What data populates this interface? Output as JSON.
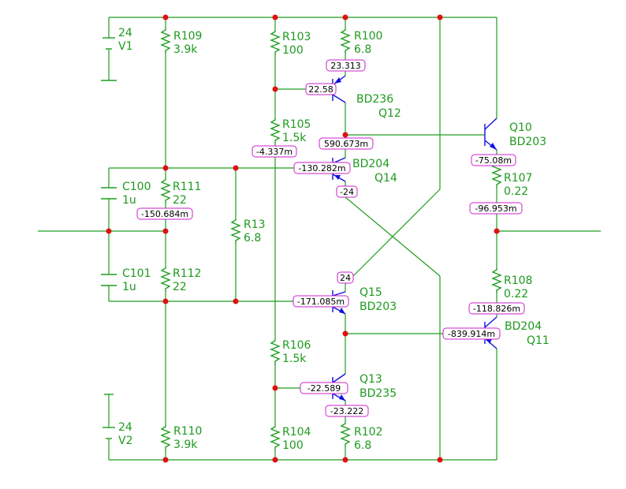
{
  "sources": [
    {
      "ref": "V1",
      "value": "24"
    },
    {
      "ref": "V2",
      "value": "24"
    }
  ],
  "resistors": [
    {
      "ref": "R109",
      "value": "3.9k"
    },
    {
      "ref": "R103",
      "value": "100"
    },
    {
      "ref": "R100",
      "value": "6.8"
    },
    {
      "ref": "R105",
      "value": "1.5k"
    },
    {
      "ref": "R111",
      "value": "22"
    },
    {
      "ref": "R13",
      "value": "6.8"
    },
    {
      "ref": "R107",
      "value": "0.22"
    },
    {
      "ref": "R112",
      "value": "22"
    },
    {
      "ref": "R108",
      "value": "0.22"
    },
    {
      "ref": "R106",
      "value": "1.5k"
    },
    {
      "ref": "R110",
      "value": "3.9k"
    },
    {
      "ref": "R104",
      "value": "100"
    },
    {
      "ref": "R102",
      "value": "6.8"
    }
  ],
  "capacitors": [
    {
      "ref": "C100",
      "value": "1u"
    },
    {
      "ref": "C101",
      "value": "1u"
    }
  ],
  "transistors": [
    {
      "ref": "Q12",
      "model": "BD236"
    },
    {
      "ref": "Q10",
      "model": "BD203"
    },
    {
      "ref": "Q14",
      "model": "BD204"
    },
    {
      "ref": "Q15",
      "model": "BD203"
    },
    {
      "ref": "Q11",
      "model": "BD204"
    },
    {
      "ref": "Q13",
      "model": "BD235"
    }
  ],
  "voltages": [
    "23.313",
    "22.58",
    "590.673m",
    "-4.337m",
    "-130.282m",
    "-24",
    "-75.08m",
    "-96.953m",
    "-150.684m",
    "24",
    "-171.085m",
    "-118.826m",
    "-839.914m",
    "-22.589",
    "-23.222"
  ]
}
